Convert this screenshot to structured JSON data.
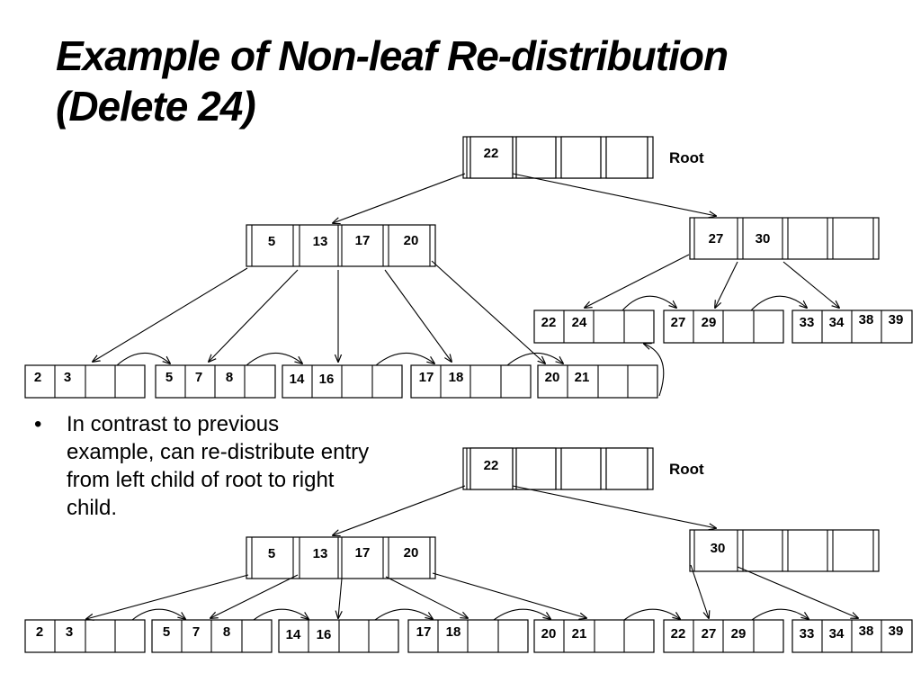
{
  "slide": {
    "title_line1": "Example of Non-leaf Re-distribution",
    "title_line2": "(Delete 24)",
    "bullet_symbol": "•",
    "bullet_text": "In contrast to previous example, can re-distribute entry from left child of root to right child."
  },
  "diagram_top": {
    "root_label": "Root",
    "root": [
      "22",
      "",
      "",
      ""
    ],
    "left_inner": [
      "5",
      "13",
      "17",
      "20"
    ],
    "right_inner": [
      "27",
      "30",
      "",
      ""
    ],
    "leaves": [
      [
        "2",
        "3",
        "",
        ""
      ],
      [
        "5",
        "7",
        "8",
        ""
      ],
      [
        "14",
        "16",
        "",
        ""
      ],
      [
        "17",
        "18",
        "",
        ""
      ],
      [
        "20",
        "21",
        "",
        ""
      ],
      [
        "22",
        "24",
        "",
        ""
      ],
      [
        "27",
        "29",
        "",
        ""
      ],
      [
        "33",
        "34",
        "38",
        "39"
      ]
    ]
  },
  "diagram_bottom": {
    "root_label": "Root",
    "root": [
      "22",
      "",
      "",
      ""
    ],
    "left_inner": [
      "5",
      "13",
      "17",
      "20"
    ],
    "right_inner": [
      "30",
      "",
      "",
      ""
    ],
    "leaves": [
      [
        "2",
        "3",
        "",
        ""
      ],
      [
        "5",
        "7",
        "8",
        ""
      ],
      [
        "14",
        "16",
        "",
        ""
      ],
      [
        "17",
        "18",
        "",
        ""
      ],
      [
        "20",
        "21",
        "",
        ""
      ],
      [
        "22",
        "27",
        "29",
        ""
      ],
      [
        "33",
        "34",
        "38",
        "39"
      ]
    ]
  }
}
